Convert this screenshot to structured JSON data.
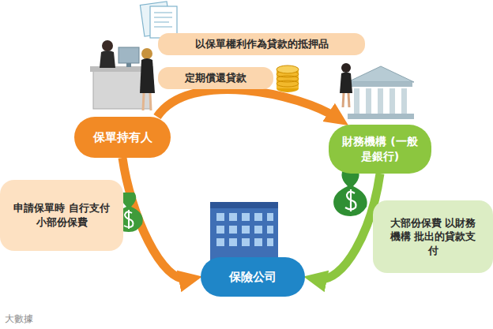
{
  "diagram": {
    "nodes": [
      {
        "text": [
          "以保單權利作為貸款的抵押品"
        ]
      },
      {
        "text": [
          "定期償還貸款"
        ]
      },
      {
        "text": [
          "保單持有人"
        ]
      },
      {
        "text": [
          "財務機構 (一般是銀行)"
        ]
      },
      {
        "text": [
          "申請保單時 自行支付小部份保費"
        ]
      },
      {
        "text": [
          "大部份保費 以財務機構 批出的貸款支付"
        ]
      },
      {
        "text": [
          "保險公司"
        ]
      }
    ],
    "edges": [
      {
        "from": 2,
        "to": 3,
        "arrow": "to"
      },
      {
        "from": 2,
        "to": 6,
        "arrow": "to"
      },
      {
        "from": 3,
        "to": 6,
        "arrow": "to"
      }
    ],
    "labels": [
      "大數據"
    ]
  }
}
